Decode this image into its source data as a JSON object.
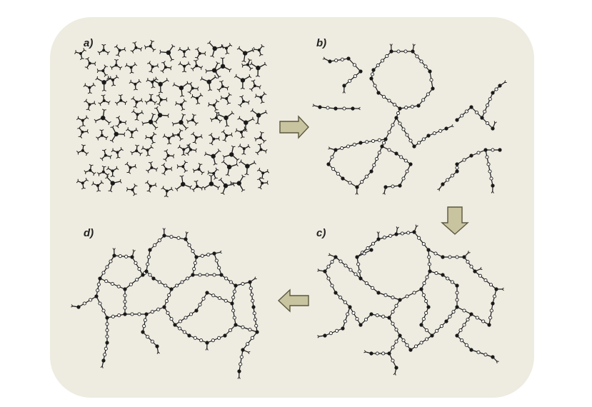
{
  "colors": {
    "panel_background": "#eeebe0",
    "arrow_fill": "#c9c4a0",
    "arrow_stroke": "#5a573f",
    "ink": "#1a1a1a",
    "linker_node_fill": "#ffffff"
  },
  "panels": [
    {
      "label": "a)",
      "stage": "dispersed"
    },
    {
      "label": "b)",
      "stage": "partial-network"
    },
    {
      "label": "c)",
      "stage": "growing-network"
    },
    {
      "label": "d)",
      "stage": "connected-network"
    }
  ],
  "arrows": [
    {
      "from": "a)",
      "to": "b)",
      "direction": "right"
    },
    {
      "from": "b)",
      "to": "c)",
      "direction": "down"
    },
    {
      "from": "c)",
      "to": "d)",
      "direction": "left"
    }
  ],
  "icons": [
    "trivalent-node-icon",
    "linker-bead-icon",
    "arrow-right-icon",
    "arrow-down-icon",
    "arrow-left-icon"
  ]
}
